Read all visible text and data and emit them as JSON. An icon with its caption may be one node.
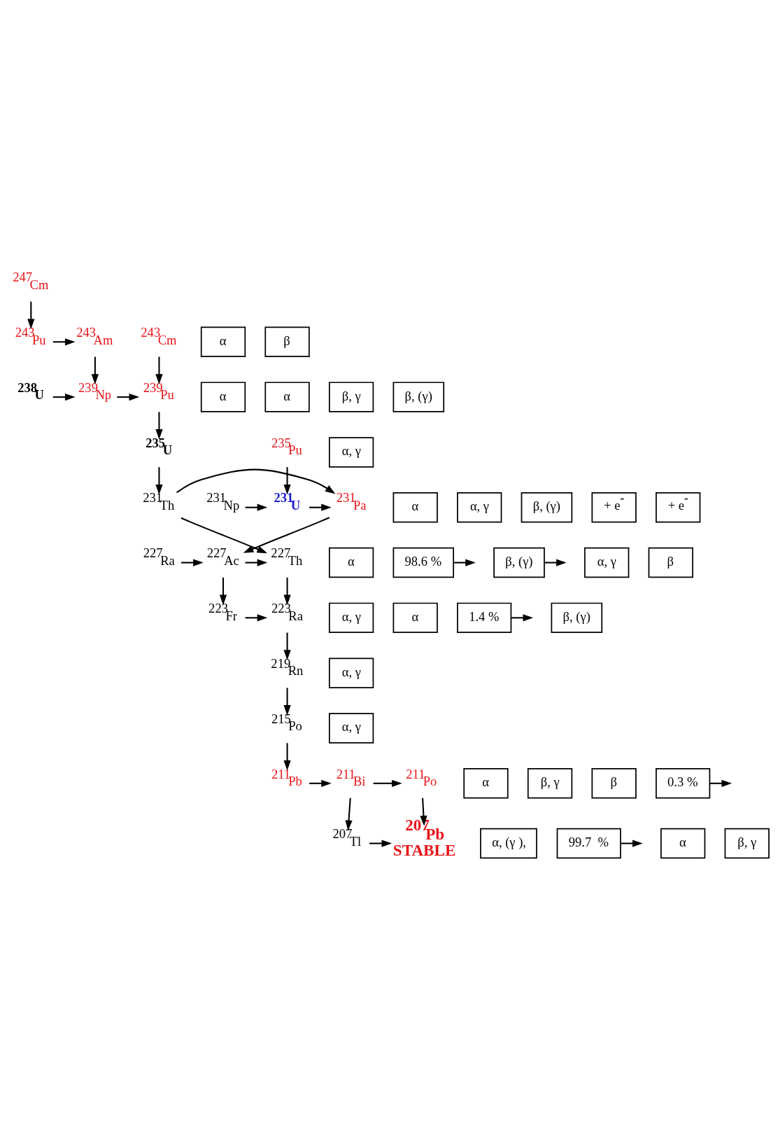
{
  "diagram": {
    "nodes": [
      {
        "text": [
          "$^{247}$Cm"
        ]
      },
      {
        "text": [
          "α"
        ]
      },
      {
        "text": [
          "β"
        ]
      },
      {
        "text": [
          "$^{243}$Cm"
        ]
      },
      {
        "text": [
          "$^{243}$Pu"
        ]
      },
      {
        "text": [
          "$^{243}$Am"
        ]
      },
      {
        "text": [
          "α"
        ]
      },
      {
        "text": [
          "α"
        ]
      },
      {
        "text": [
          "$^{239}$Pu"
        ]
      },
      {
        "text": [
          "$^{239}$Np"
        ]
      },
      {
        "text": [
          "$^{238}$U"
        ]
      },
      {
        "text": [
          "α, γ"
        ]
      },
      {
        "text": [
          "β, γ"
        ]
      },
      {
        "text": [
          "β, (γ)"
        ]
      },
      {
        "text": [
          "$^{235}$U"
        ]
      },
      {
        "text": [
          "$^{235}$Pu"
        ]
      },
      {
        "text": [
          "α"
        ]
      },
      {
        "text": [
          "α, γ"
        ]
      },
      {
        "text": [
          "β, (γ)"
        ]
      },
      {
        "text": [
          "+ e$^{-}$"
        ]
      },
      {
        "text": [
          "$^{231}$Th"
        ]
      },
      {
        "text": [
          "$^{231}$Pa"
        ]
      },
      {
        "text": [
          "$^{231}$U"
        ]
      },
      {
        "text": [
          "$^{231}$Np"
        ]
      },
      {
        "text": [
          "α"
        ]
      },
      {
        "text": [
          "98.6 %"
        ]
      },
      {
        "text": [
          "β, (γ)"
        ]
      },
      {
        "text": [
          "α, γ"
        ]
      },
      {
        "text": [
          "+ e$^{-}$"
        ]
      },
      {
        "text": [
          "$^{227}$Th"
        ]
      },
      {
        "text": [
          "$^{227}$Ac"
        ]
      },
      {
        "text": [
          "$^{227}$Ra"
        ]
      },
      {
        "text": [
          "α, γ"
        ]
      },
      {
        "text": [
          "α"
        ]
      },
      {
        "text": [
          "β"
        ]
      },
      {
        "text": [
          "1.4 %"
        ]
      },
      {
        "text": [
          "$^{223}$Ra"
        ]
      },
      {
        "text": [
          "$^{223}$Fr"
        ]
      },
      {
        "text": [
          "β, (γ)"
        ]
      },
      {
        "text": [
          "α, γ"
        ]
      },
      {
        "text": [
          "$^{219}$Rn"
        ]
      },
      {
        "text": [
          "α, γ"
        ]
      },
      {
        "text": [
          "$^{215}$Po"
        ]
      },
      {
        "text": [
          "α"
        ]
      },
      {
        "text": [
          "β, γ"
        ]
      },
      {
        "text": [
          "β"
        ]
      },
      {
        "text": [
          "0.3 %"
        ]
      },
      {
        "text": [
          "$^{211}$Pb"
        ]
      },
      {
        "text": [
          "$^{211}$Bi"
        ]
      },
      {
        "text": [
          "$^{211}$Po"
        ]
      },
      {
        "text": [
          "α, (γ ),"
        ]
      },
      {
        "text": [
          "99.7  %"
        ]
      },
      {
        "text": [
          "α"
        ]
      },
      {
        "text": [
          "$^{207}$Tl"
        ]
      },
      {
        "text": [
          "$^{207}$Pb",
          "STABLE"
        ]
      },
      {
        "text": [
          "β, γ"
        ]
      }
    ],
    "edges": [
      {
        "from": 0,
        "to": 4,
        "arrow": "to"
      },
      {
        "from": 3,
        "to": 8,
        "arrow": "to"
      },
      {
        "from": 4,
        "to": 5,
        "arrow": "to"
      },
      {
        "from": 5,
        "to": 9,
        "arrow": "to"
      },
      {
        "from": 9,
        "to": 8,
        "arrow": "to"
      },
      {
        "from": 10,
        "to": 9,
        "arrow": "to"
      },
      {
        "from": 8,
        "to": 14,
        "arrow": "to"
      },
      {
        "from": 14,
        "to": 20,
        "arrow": "to"
      },
      {
        "from": 15,
        "to": 22,
        "arrow": "to"
      },
      {
        "from": 20,
        "to": 21,
        "arrow": "to"
      },
      {
        "from": 22,
        "to": 21,
        "arrow": "to"
      },
      {
        "from": 23,
        "to": 22,
        "arrow": "to"
      },
      {
        "from": 20,
        "to": 29,
        "arrow": "to"
      },
      {
        "from": 21,
        "to": 30,
        "arrow": "to"
      },
      {
        "from": 30,
        "to": 29,
        "arrow": "to"
      },
      {
        "from": 31,
        "to": 30,
        "arrow": "to"
      },
      {
        "from": 25,
        "to": null,
        "arrow": "to"
      },
      {
        "from": 26,
        "to": null,
        "arrow": "to"
      },
      {
        "from": 29,
        "to": 36,
        "arrow": "to"
      },
      {
        "from": 30,
        "to": 37,
        "arrow": "to"
      },
      {
        "from": 35,
        "to": null,
        "arrow": "to"
      },
      {
        "from": 37,
        "to": 36,
        "arrow": "to"
      },
      {
        "from": 36,
        "to": 40,
        "arrow": "to"
      },
      {
        "from": 40,
        "to": 42,
        "arrow": "to"
      },
      {
        "from": 42,
        "to": 47,
        "arrow": "to"
      },
      {
        "from": 47,
        "to": 48,
        "arrow": "to"
      },
      {
        "from": 48,
        "to": 49,
        "arrow": "to"
      },
      {
        "from": 46,
        "to": null,
        "arrow": "to"
      },
      {
        "from": 48,
        "to": 53,
        "arrow": "to"
      },
      {
        "from": 51,
        "to": null,
        "arrow": "to"
      },
      {
        "from": 49,
        "to": 54,
        "arrow": "to"
      },
      {
        "from": 53,
        "to": 54,
        "arrow": "to"
      }
    ]
  }
}
